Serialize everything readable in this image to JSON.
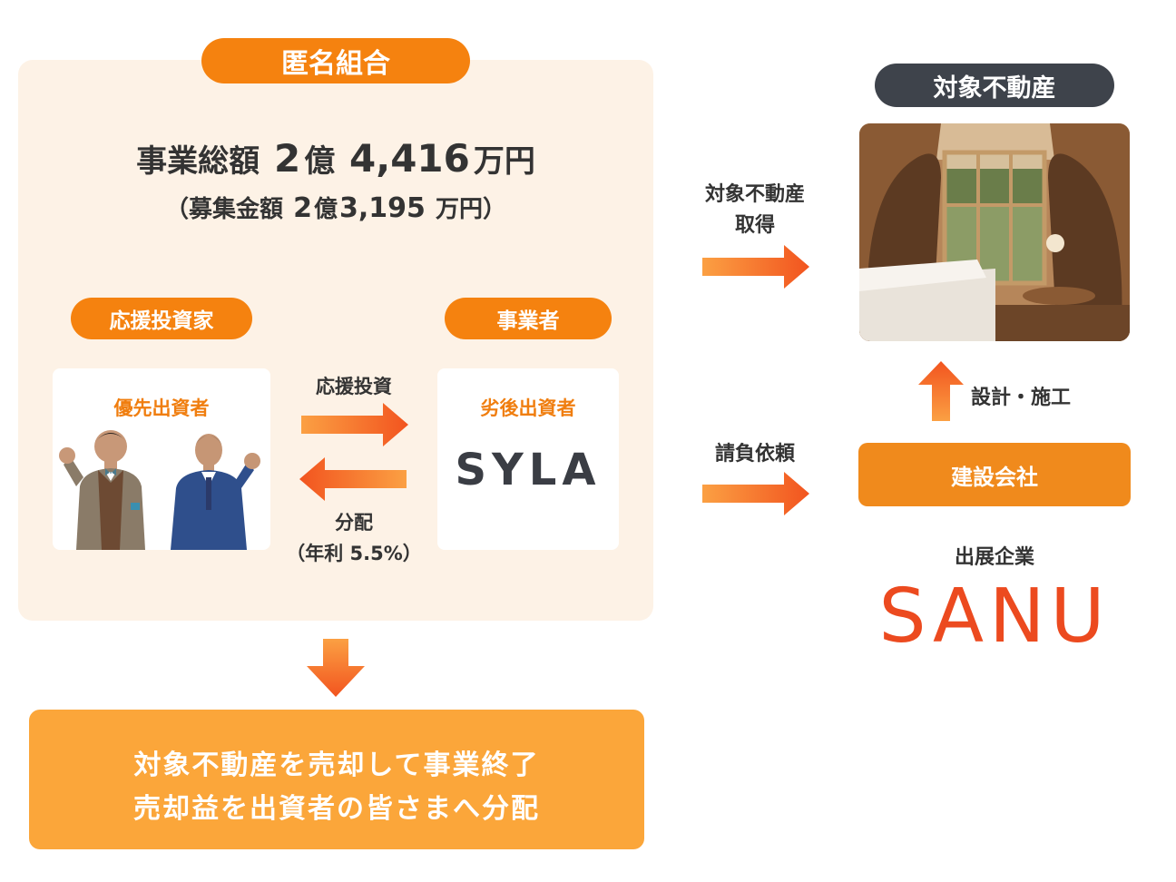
{
  "partnership": {
    "title": "匿名組合",
    "total_prefix": "事業総額",
    "total_oku": "2",
    "total_oku_unit": "億",
    "total_man": "4,416",
    "total_man_unit": "万円",
    "raise_open": "（募集金額",
    "raise_oku": "2",
    "raise_oku_unit": "億",
    "raise_man": "3,195",
    "raise_man_unit": "万円",
    "raise_close": "）"
  },
  "investors": {
    "role_label": "応援投資家",
    "card_label": "優先出資者"
  },
  "operator": {
    "role_label": "事業者",
    "card_label": "劣後出資者",
    "logo_text": "SYLA"
  },
  "flows": {
    "invest_label": "応援投資",
    "dist_label": "分配",
    "dist_rate": "（年利 5.5%）",
    "acquire_line1": "対象不動産",
    "acquire_line2": "取得",
    "contract_label": "請負依頼",
    "build_label": "設計・施工"
  },
  "property": {
    "title": "対象不動産"
  },
  "builder": {
    "label": "建設会社",
    "exhibitor_label": "出展企業",
    "logo_text": "SANU"
  },
  "outcome": {
    "line1": "対象不動産を売却して事業終了",
    "line2": "売却益を出資者の皆さまへ分配"
  },
  "colors": {
    "accent": "#f5820f",
    "panel": "#fdf2e6",
    "dark_pill": "#3e434b",
    "arrow": "#f4742c",
    "outcome": "#fba63a",
    "sanu": "#ec4a1f"
  }
}
